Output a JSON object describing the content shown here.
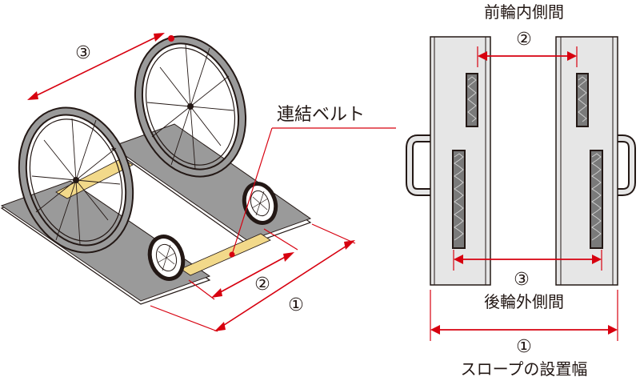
{
  "labels": {
    "belt": "連結ベルト",
    "front_inner_distance": "前輪内側間",
    "rear_outer_distance": "後輪外側間",
    "installation_width": "スロープの設置幅"
  },
  "markers": {
    "m1": "①",
    "m2": "②",
    "m3": "③"
  },
  "colors": {
    "dimension_red": "#d7000f",
    "ramp_gray": "#9a9a9a",
    "ramp_light": "#e6e6e6",
    "belt_yellow": "#f2d98a",
    "outline": "#231815"
  }
}
